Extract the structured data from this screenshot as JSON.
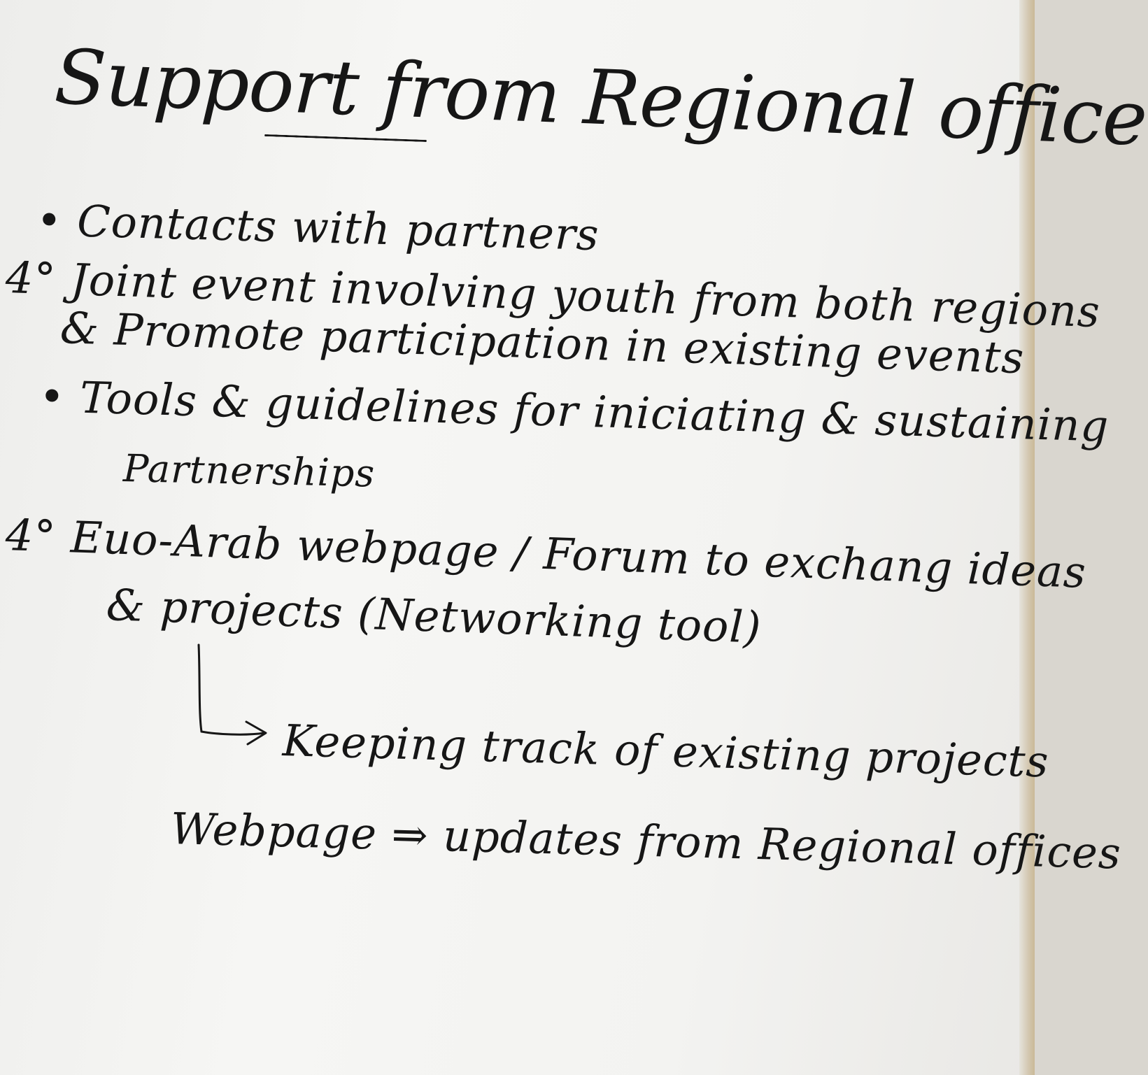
{
  "sheet": {
    "title": "Support from Regional office",
    "lines": [
      "• Contacts with partners",
      "4° Joint event involving youth from both regions",
      "& Promote participation in existing events",
      "• Tools & guidelines for iniciating & sustaining",
      "Partnerships",
      "4° Euo-Arab webpage / Forum to exchang ideas",
      "& projects (Networking tool)",
      "Keeping track of existing projects",
      "Webpage ⇒ updates from Regional offices"
    ]
  },
  "colors": {
    "paper": "#f3f3f1",
    "ink": "#161616",
    "easel_edge": "#c9b996"
  },
  "icons": {
    "bullet": "bullet-icon",
    "arrow": "bent-arrow-icon"
  }
}
